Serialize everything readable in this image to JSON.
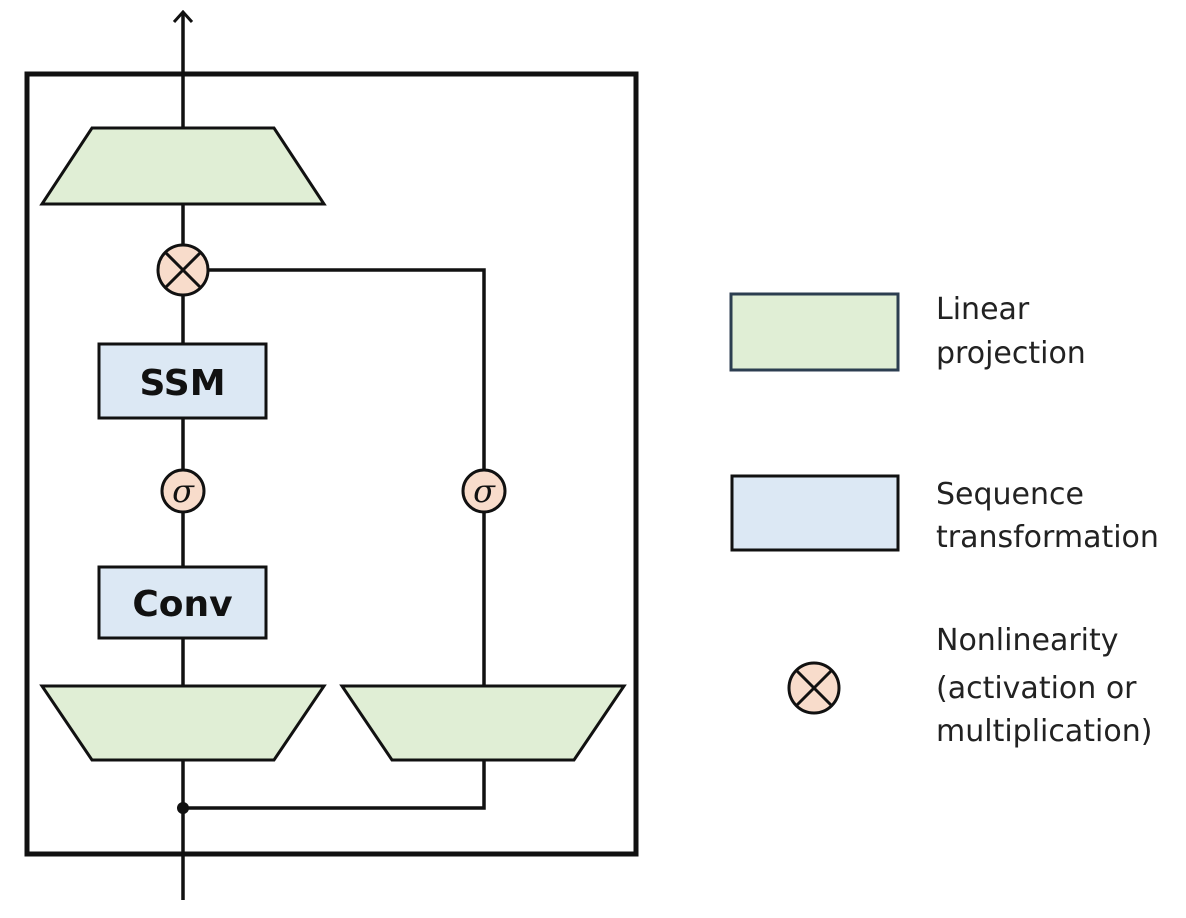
{
  "diagram": {
    "blocks": {
      "ssm": "SSM",
      "conv": "Conv"
    },
    "activation_symbol": "σ"
  },
  "legend": {
    "linear": [
      "Linear",
      "projection"
    ],
    "sequence": [
      "Sequence",
      "transformation"
    ],
    "nonlinearity": [
      "Nonlinearity",
      "(activation or",
      "multiplication)"
    ]
  },
  "colors": {
    "linear_fill": "#e0eed5",
    "sequence_fill": "#dce8f4",
    "nonlinearity_fill": "#f8dccb",
    "stroke": "#111111",
    "legend_linear_stroke": "#2c3e50"
  }
}
